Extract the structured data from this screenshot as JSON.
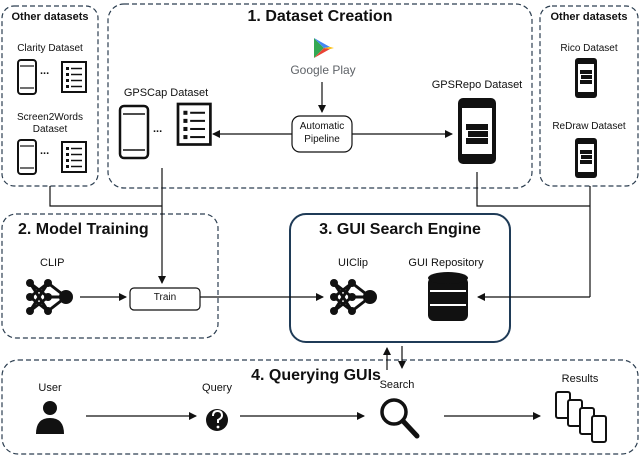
{
  "panels": {
    "dataset_creation": {
      "title": "1. Dataset Creation"
    },
    "model_training": {
      "title": "2. Model Training"
    },
    "search_engine": {
      "title": "3. GUI Search Engine"
    },
    "querying": {
      "title": "4. Querying GUIs"
    },
    "other_left": {
      "title": "Other datasets"
    },
    "other_right": {
      "title": "Other datasets"
    }
  },
  "labels": {
    "clarity": "Clarity Dataset",
    "screen2words_1": "Screen2Words",
    "screen2words_2": "Dataset",
    "gpscap": "GPSCap Dataset",
    "google_play": "Google Play",
    "pipeline_1": "Automatic",
    "pipeline_2": "Pipeline",
    "gpsrepo": "GPSRepo Dataset",
    "rico": "Rico Dataset",
    "redraw": "ReDraw Dataset",
    "clip": "CLIP",
    "train": "Train",
    "uiclip": "UIClip",
    "gui_repo": "GUI Repository",
    "user": "User",
    "query": "Query",
    "search": "Search",
    "results": "Results",
    "ellipsis": "..."
  },
  "colors": {
    "google_play_blue": "#4285F4",
    "google_play_green": "#34A853",
    "google_play_yellow": "#FBBC04",
    "google_play_red": "#EA4335",
    "stroke": "#111111"
  }
}
